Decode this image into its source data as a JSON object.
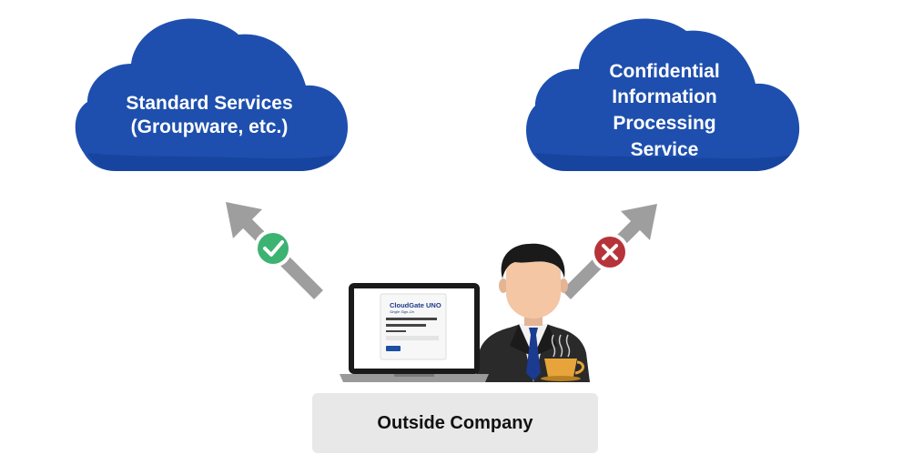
{
  "clouds": {
    "left": {
      "lines": [
        "Standard Services",
        "(Groupware, etc.)"
      ]
    },
    "right": {
      "lines": [
        "Confidential",
        "Information",
        "Processing",
        "Service"
      ]
    }
  },
  "access": {
    "left": {
      "status": "allowed",
      "icon": "check-icon",
      "color": "#3cb371"
    },
    "right": {
      "status": "denied",
      "icon": "cross-icon",
      "color": "#b7333a"
    }
  },
  "location_label": "Outside Company",
  "laptop_screen": {
    "brand": "CloudGate UNO",
    "tagline": "Single Sign-On"
  },
  "colors": {
    "cloud": "#1e4fae",
    "cloud_shadow": "#123d93",
    "arrow": "#9e9e9e",
    "label_box": "#e8e8e8"
  }
}
